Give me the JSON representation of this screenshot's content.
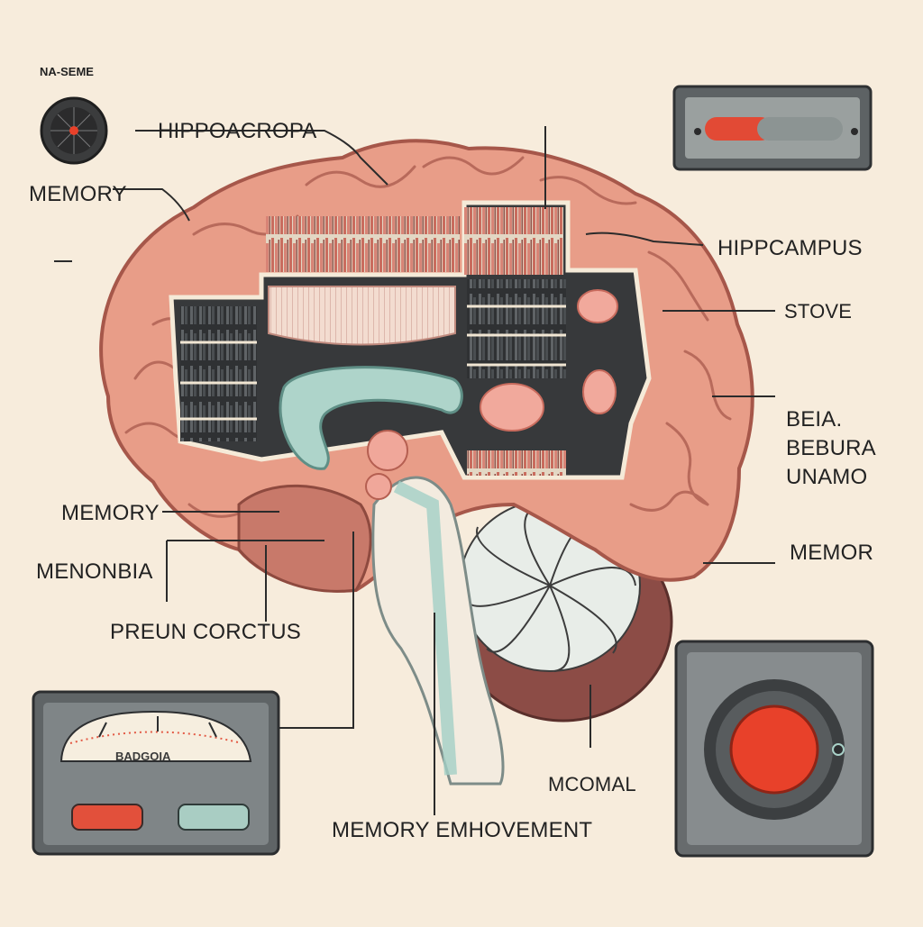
{
  "labels": {
    "top_left_caption": "NA-SEME",
    "hippoacropa": "HIPPOACROPA",
    "memory_upper_left": "MEMORY",
    "hippcampus": "HIPPCAMPUS",
    "stove": "STOVE",
    "beia_line1": "BEIA.",
    "beia_line2": "BEBURA",
    "beia_line3": "UNAMO",
    "memory_mid_left": "MEMORY",
    "menonbia": "MENONBIA",
    "memor": "MEMOR",
    "preun_corctus": "PREUN CORCTUS",
    "mcomal": "MCOMAL",
    "memory_emhovement": "MEMORY EMHOVEMENT",
    "gauge_caption": "BADGOIA"
  },
  "colors": {
    "background": "#f7ecdc",
    "brain_pink": "#e79a86",
    "brain_dark": "#a85a48",
    "bookshelf_dark": "#3a3a3a",
    "teal": "#a9d1c8",
    "accent_red": "#e8412a",
    "panel_gray": "#7f8486"
  },
  "icons": {
    "dial": "radial-dial-icon",
    "pill": "capsule-toggle-icon",
    "gauge": "analog-gauge-icon",
    "button": "red-push-button-icon"
  }
}
